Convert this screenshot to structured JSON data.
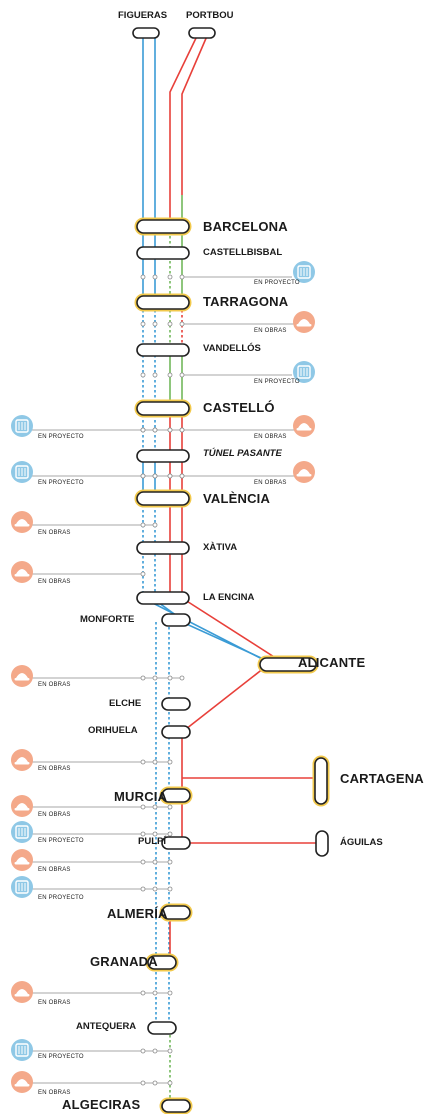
{
  "colors": {
    "blue": "#3a9bd5",
    "red": "#e8403a",
    "green": "#72b85c",
    "grey": "#8a8a8a",
    "station_border": "#222222",
    "highlight": "#f2c94c",
    "obras_icon": "#f4a98a",
    "proyecto_icon": "#8fc8e6"
  },
  "legend_notes": {
    "proyecto": "EN PROYECTO",
    "obras": "EN OBRAS"
  },
  "stations": [
    {
      "id": "figueras",
      "label": "FIGUERAS",
      "highlight": false
    },
    {
      "id": "portbou",
      "label": "PORTBOU",
      "highlight": false
    },
    {
      "id": "barcelona",
      "label": "BARCELONA",
      "highlight": true
    },
    {
      "id": "castellbisbal",
      "label": "CASTELLBISBAL",
      "highlight": false
    },
    {
      "id": "tarragona",
      "label": "TARRAGONA",
      "highlight": true
    },
    {
      "id": "vandellos",
      "label": "VANDELLÓS",
      "highlight": false
    },
    {
      "id": "castello",
      "label": "CASTELLÓ",
      "highlight": true
    },
    {
      "id": "tunel",
      "label": "TÚNEL PASANTE",
      "highlight": false
    },
    {
      "id": "valencia",
      "label": "VALÈNCIA",
      "highlight": true
    },
    {
      "id": "xativa",
      "label": "XÀTIVA",
      "highlight": false
    },
    {
      "id": "laencina",
      "label": "LA ENCINA",
      "highlight": false
    },
    {
      "id": "monforte",
      "label": "MONFORTE",
      "highlight": false
    },
    {
      "id": "alicante",
      "label": "ALICANTE",
      "highlight": true
    },
    {
      "id": "elche",
      "label": "ELCHE",
      "highlight": false
    },
    {
      "id": "orihuela",
      "label": "ORIHUELA",
      "highlight": false
    },
    {
      "id": "cartagena",
      "label": "CARTAGENA",
      "highlight": true
    },
    {
      "id": "murcia",
      "label": "MURCIA",
      "highlight": true
    },
    {
      "id": "pulpi",
      "label": "PULPÍ",
      "highlight": false
    },
    {
      "id": "aguilas",
      "label": "ÁGUILAS",
      "highlight": false
    },
    {
      "id": "almeria",
      "label": "ALMERÍA",
      "highlight": true
    },
    {
      "id": "granada",
      "label": "GRANADA",
      "highlight": true
    },
    {
      "id": "antequera",
      "label": "ANTEQUERA",
      "highlight": false
    },
    {
      "id": "algeciras",
      "label": "ALGECIRAS",
      "highlight": true
    }
  ],
  "works": [
    {
      "id": "w1",
      "status": "proyecto"
    },
    {
      "id": "w2",
      "status": "obras"
    },
    {
      "id": "w3",
      "status": "proyecto"
    },
    {
      "id": "w4a",
      "status": "proyecto"
    },
    {
      "id": "w4b",
      "status": "obras"
    },
    {
      "id": "w5a",
      "status": "proyecto"
    },
    {
      "id": "w5b",
      "status": "obras"
    },
    {
      "id": "w6",
      "status": "obras"
    },
    {
      "id": "w7",
      "status": "obras"
    },
    {
      "id": "w8",
      "status": "obras"
    },
    {
      "id": "w9",
      "status": "obras"
    },
    {
      "id": "w10",
      "status": "obras"
    },
    {
      "id": "w11",
      "status": "proyecto"
    },
    {
      "id": "w12",
      "status": "obras"
    },
    {
      "id": "w13",
      "status": "proyecto"
    },
    {
      "id": "w14",
      "status": "obras"
    },
    {
      "id": "w15",
      "status": "proyecto"
    },
    {
      "id": "w16",
      "status": "obras"
    }
  ]
}
